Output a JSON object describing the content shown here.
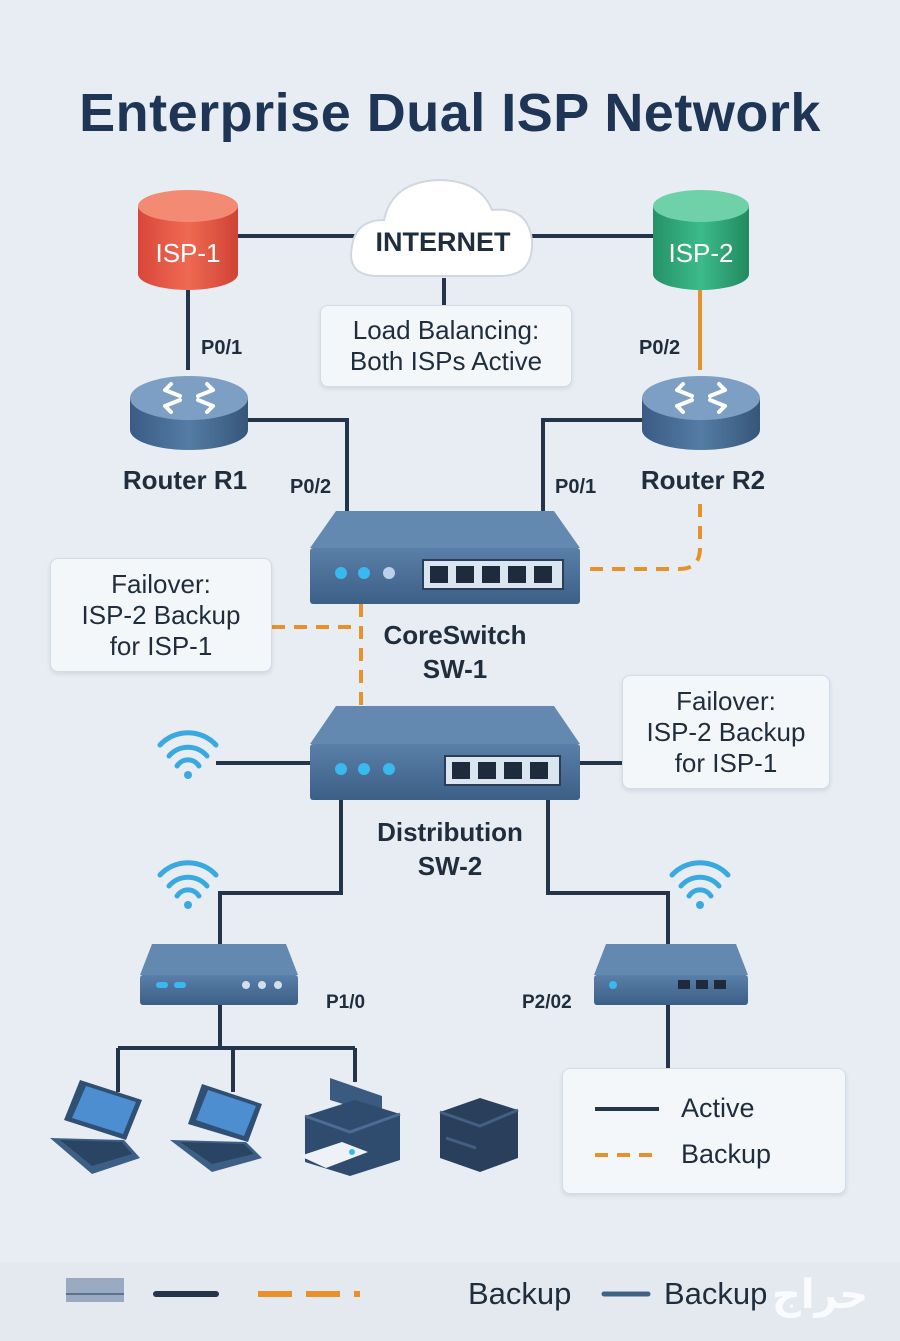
{
  "title": "Enterprise Dual ISP Network",
  "nodes": {
    "isp1": "ISP-1",
    "isp2": "ISP-2",
    "internet": "INTERNET",
    "router_r1": "Router R1",
    "router_r2": "Router R2",
    "core_switch": [
      "CoreSwitch",
      "SW-1"
    ],
    "distribution_switch": [
      "Distribution",
      "SW-2"
    ]
  },
  "ports": {
    "r1_up": "P0/1",
    "r1_down": "P0/2",
    "r2_up": "P0/2",
    "r2_down": "P0/1",
    "access_left": "P1/0",
    "access_right": "P2/02"
  },
  "notes": {
    "load_balancing": [
      "Load Balancing:",
      "Both ISPs Active"
    ],
    "failover_left": [
      "Failover:",
      "ISP-2 Backup",
      "for ISP-1"
    ],
    "failover_right": [
      "Failover:",
      "ISP-2 Backup",
      "for ISP-1"
    ]
  },
  "legend": {
    "active": "Active",
    "backup": "Backup"
  },
  "footer": {
    "label_1": "Backup",
    "label_2": "Backup"
  },
  "watermark": "حراج",
  "colors": {
    "isp1": "#e2553f",
    "isp2": "#2fa57a",
    "device": "#3f6287",
    "active_line": "#24344a",
    "backup_line": "#e8902a"
  }
}
